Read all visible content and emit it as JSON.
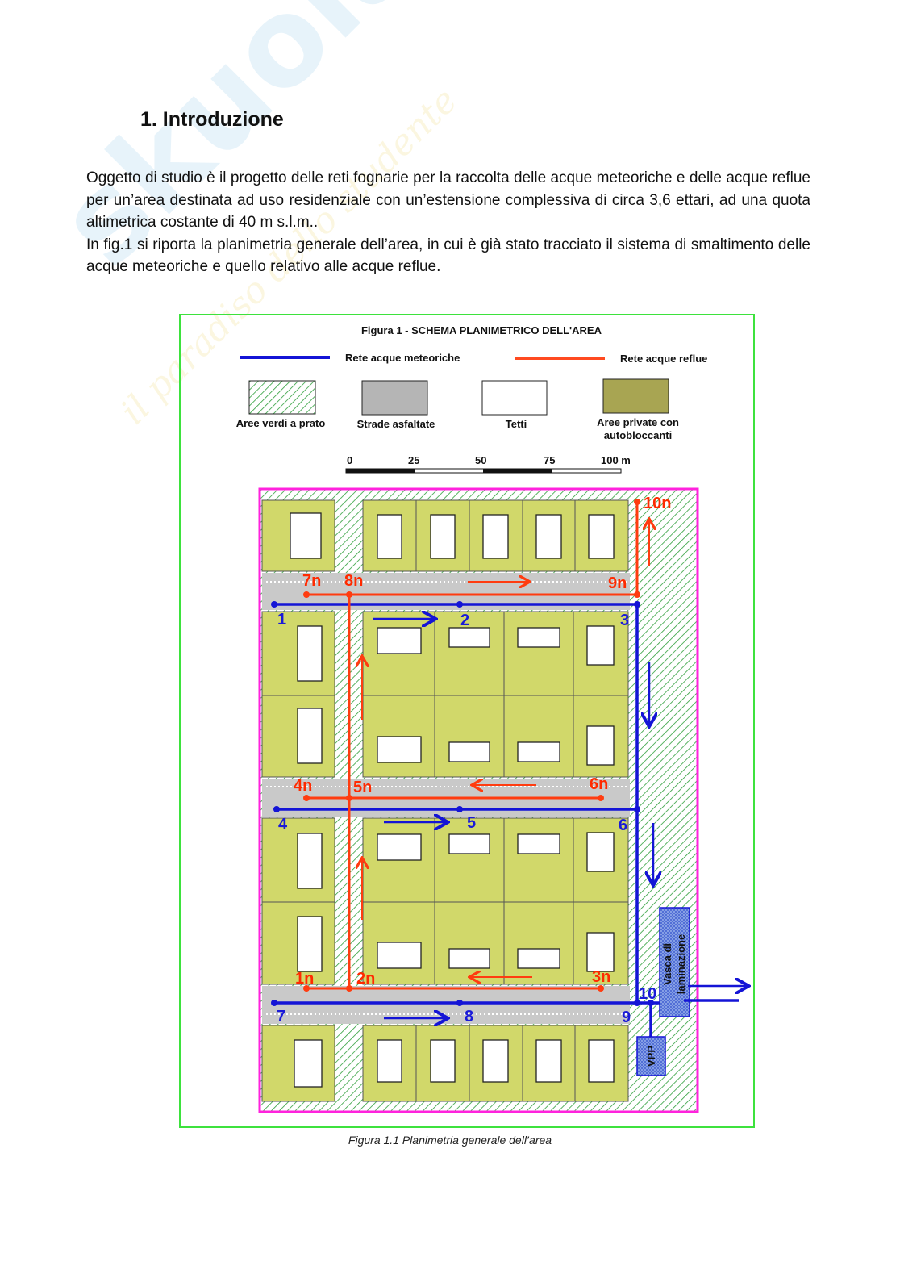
{
  "watermark": {
    "brand": "skuola.net",
    "tagline": "il paradiso dello studente"
  },
  "heading": "1.  Introduzione",
  "paragraphs": [
    "Oggetto di studio è il progetto delle reti fognarie per la raccolta delle acque meteoriche e delle acque reflue per un’area destinata ad uso residenziale con un’estensione complessiva di circa 3,6 ettari, ad una quota altimetrica costante di 40 m s.l.m..",
    "In fig.1 si riporta la planimetria generale dell’area, in cui è già stato tracciato il sistema di smaltimento delle acque meteoriche e quello relativo alle acque reflue."
  ],
  "figure": {
    "title": "Figura 1 -  SCHEMA PLANIMETRICO DELL'AREA",
    "legend": {
      "storm": "Rete acque meteoriche",
      "sewage": "Rete acque reflue",
      "green": "Aree verdi a prato",
      "roads": "Strade asfaltate",
      "roofs": "Tetti",
      "private_1": "Aree private con",
      "private_2": "autobloccanti"
    },
    "scale": [
      "0",
      "25",
      "50",
      "75",
      "100 m"
    ],
    "storm_nodes": [
      "1",
      "2",
      "3",
      "4",
      "5",
      "6",
      "7",
      "8",
      "9",
      "10"
    ],
    "sewage_nodes": [
      "1n",
      "2n",
      "3n",
      "4n",
      "5n",
      "6n",
      "7n",
      "8n",
      "9n",
      "10n"
    ],
    "basin_1": "Vasca di",
    "basin_2": "laminazione",
    "vpp": "VPP",
    "colors": {
      "storm": "#1414d6",
      "sewage": "#ff3c10",
      "lots": "#d1d86a",
      "road": "#c9c9c9",
      "border": "#ff22dd"
    }
  },
  "caption": "Figura 1.1 Planimetria generale dell’area"
}
